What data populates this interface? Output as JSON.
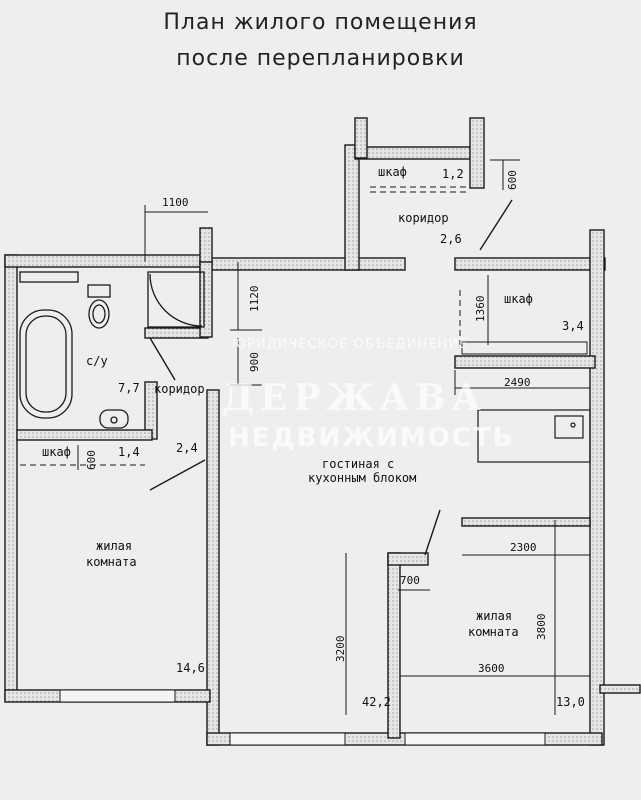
{
  "title": {
    "line1": "План жилого помещения",
    "line2": "после перепланировки"
  },
  "rooms": {
    "closet_top": {
      "name": "шкаф",
      "area": "1,2"
    },
    "corridor_top": {
      "name": "коридор",
      "area": "2,6"
    },
    "closet_right": {
      "name": "шкаф",
      "area": "3,4"
    },
    "bathroom": {
      "name": "с/у",
      "area": "7,7"
    },
    "corridor_left": {
      "name": "коридор",
      "area": "2,4"
    },
    "closet_left": {
      "name": "шкаф",
      "area": "1,4"
    },
    "living_left": {
      "name_line1": "жилая",
      "name_line2": "комната",
      "area": "14,6"
    },
    "living_kitchen": {
      "name_line1": "гостиная с",
      "name_line2": "кухонным блоком",
      "area": "42,2"
    },
    "living_right": {
      "name_line1": "жилая",
      "name_line2": "комната",
      "area": "13,0"
    }
  },
  "dimensions": {
    "d1100": "1100",
    "d1120": "1120",
    "d900": "900",
    "d600_top": "600",
    "d1360": "1360",
    "d2490": "2490",
    "d600_left": "600",
    "d2300": "2300",
    "d700": "700",
    "d3200": "3200",
    "d3800": "3800",
    "d3600": "3600"
  },
  "watermark": {
    "line1": "ЮРИДИЧЕСКОЕ ОБЪЕДИНЕНИЕ",
    "line2": "ДЕРЖАВА",
    "line3": "НЕДВИЖИМОСТЬ"
  },
  "colors": {
    "paper": "#eceef0",
    "wall_fill": "#e4e4e4",
    "wall_stroke": "#1a1a1a"
  }
}
